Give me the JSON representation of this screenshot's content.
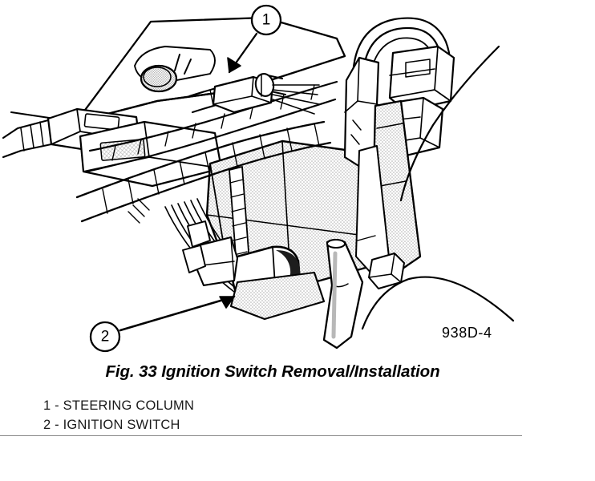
{
  "figure": {
    "caption": "Fig. 33 Ignition Switch Removal/Installation",
    "part_code": "938D-4",
    "callouts": [
      {
        "number": "1",
        "label": "STEERING COLUMN"
      },
      {
        "number": "2",
        "label": "IGNITION SWITCH"
      }
    ],
    "legend": [
      "1 - STEERING COLUMN",
      "2 - IGNITION SWITCH"
    ],
    "colors": {
      "line": "#000000",
      "background": "#ffffff",
      "shading": "#c9c9c9",
      "rule": "#8a8a8a",
      "text": "#1a1a1a"
    }
  }
}
